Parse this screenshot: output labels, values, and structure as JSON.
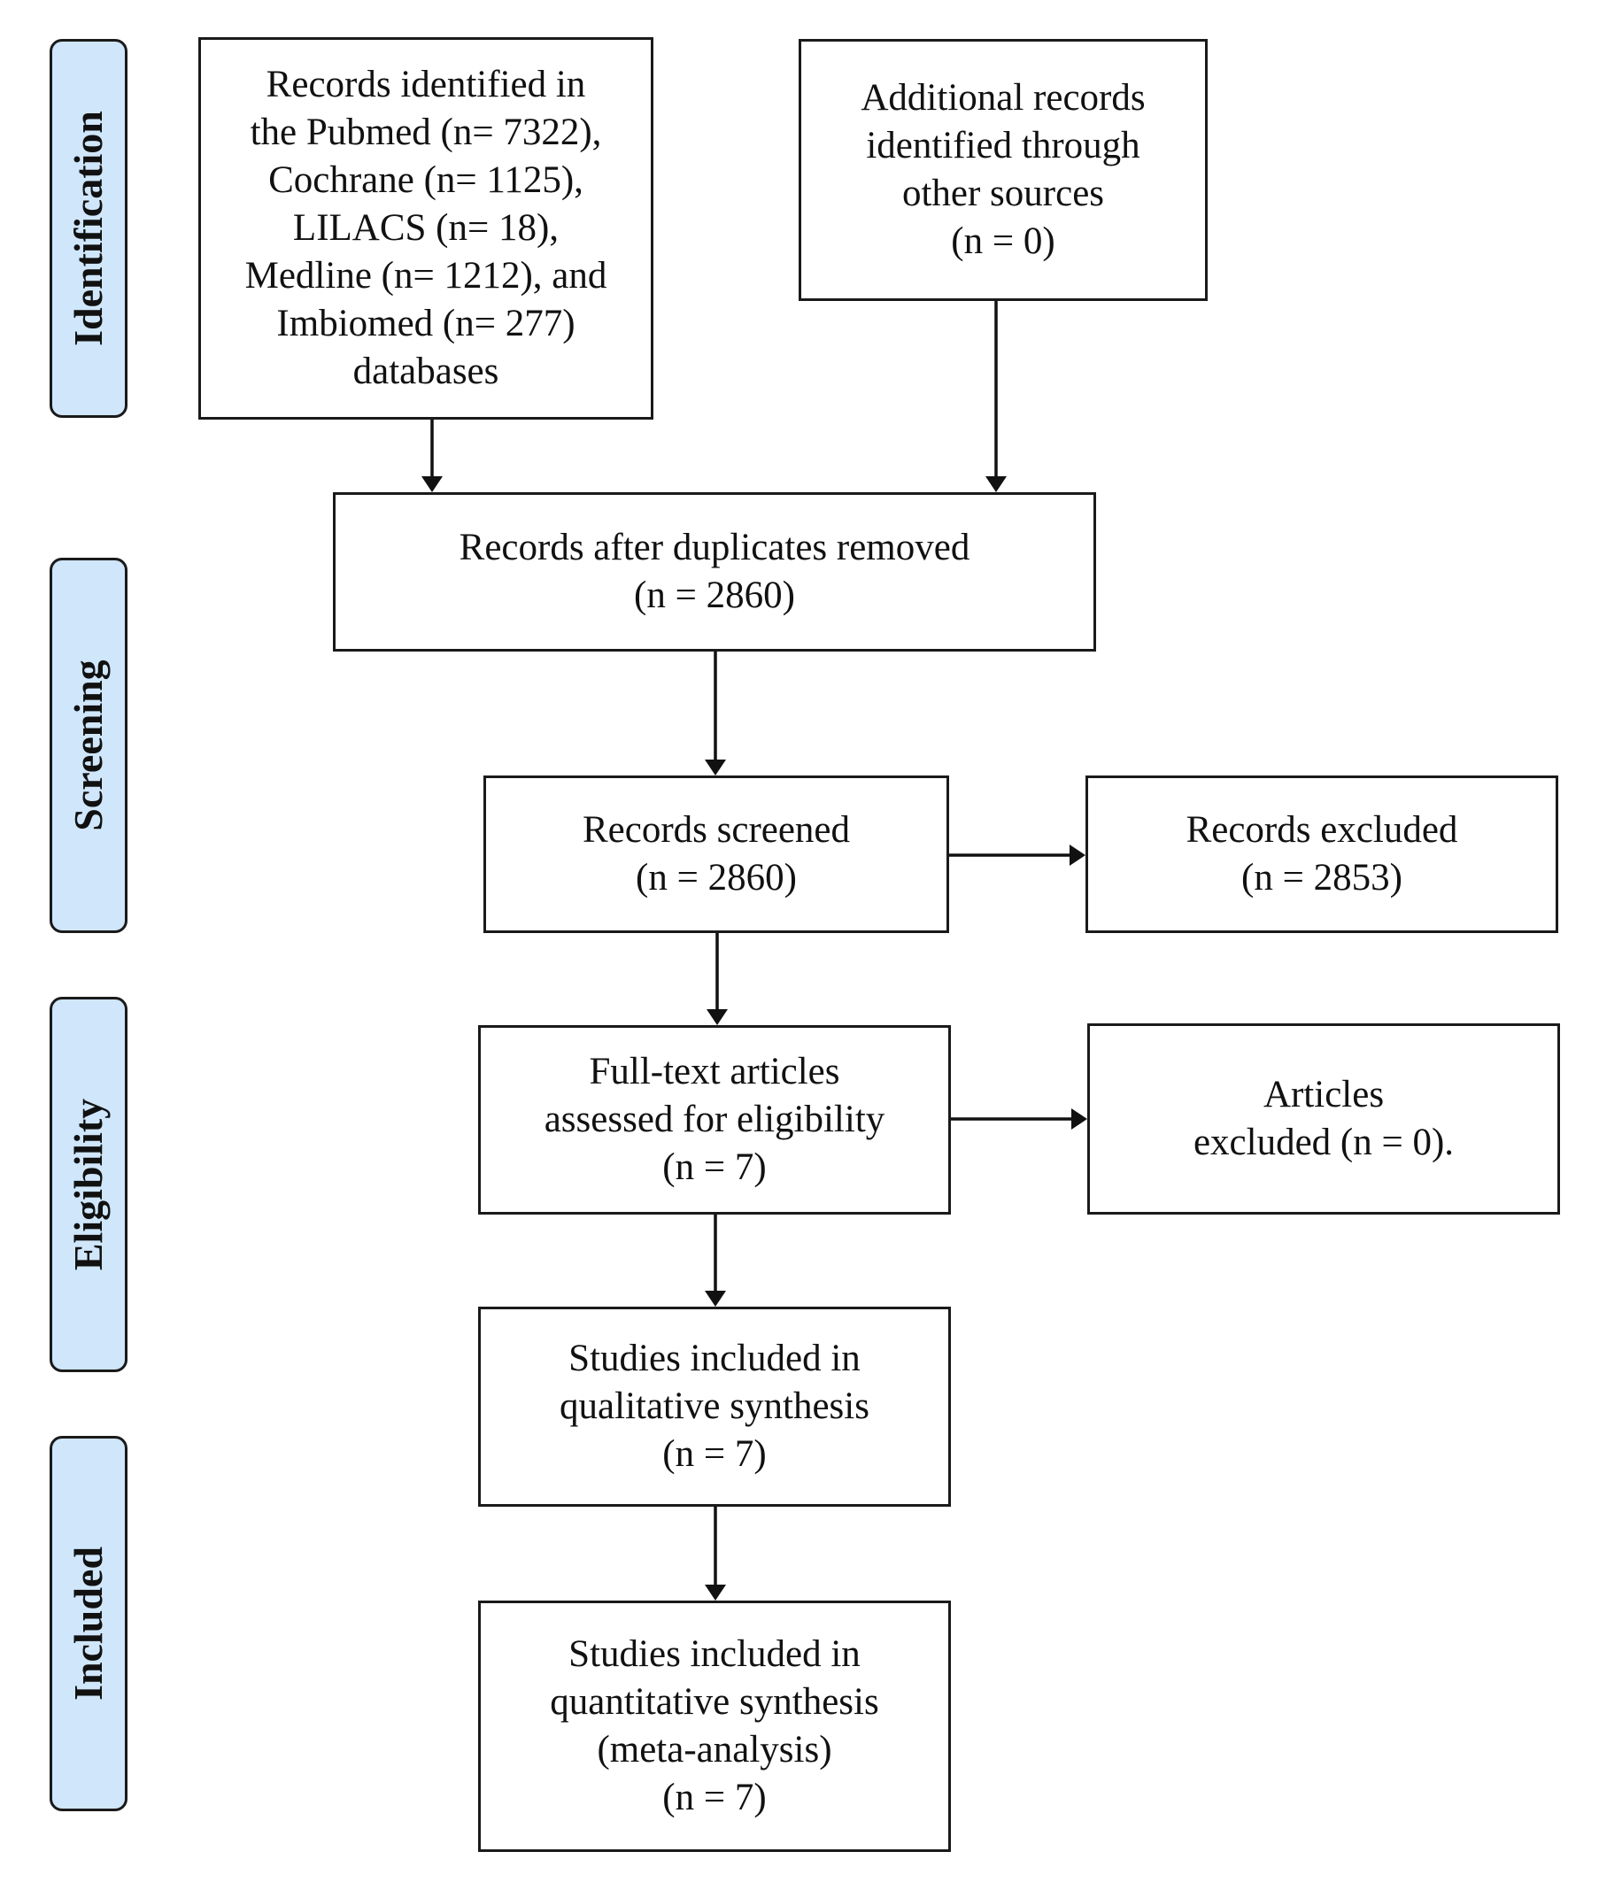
{
  "phases": [
    {
      "id": "identification",
      "label": "Identification"
    },
    {
      "id": "screening",
      "label": "Screening"
    },
    {
      "id": "eligibility",
      "label": "Eligibility"
    },
    {
      "id": "included",
      "label": "Included"
    }
  ],
  "boxes": {
    "records_identified": {
      "lines": [
        "Records identified in",
        "the Pubmed (n= 7322),",
        "Cochrane (n= 1125),",
        "LILACS (n= 18),",
        "Medline (n= 1212), and",
        "Imbiomed (n= 277)",
        "databases"
      ]
    },
    "additional_records": {
      "lines": [
        "Additional records",
        "identified through",
        "other sources",
        "(n = 0)"
      ]
    },
    "after_duplicates": {
      "lines": [
        "Records after duplicates removed",
        "(n = 2860)"
      ]
    },
    "records_screened": {
      "lines": [
        "Records screened",
        "(n = 2860)"
      ]
    },
    "records_excluded": {
      "lines": [
        "Records excluded",
        "(n = 2853)"
      ]
    },
    "fulltext_assessed": {
      "lines": [
        "Full-text articles",
        "assessed for eligibility",
        "(n = 7)"
      ]
    },
    "articles_excluded": {
      "lines": [
        "Articles",
        "excluded (n = 0)."
      ]
    },
    "qualitative": {
      "lines": [
        "Studies included in",
        "qualitative synthesis",
        "(n = 7)"
      ]
    },
    "quantitative": {
      "lines": [
        "Studies included in",
        "quantitative synthesis",
        "(meta-analysis)",
        "(n = 7)"
      ]
    }
  }
}
